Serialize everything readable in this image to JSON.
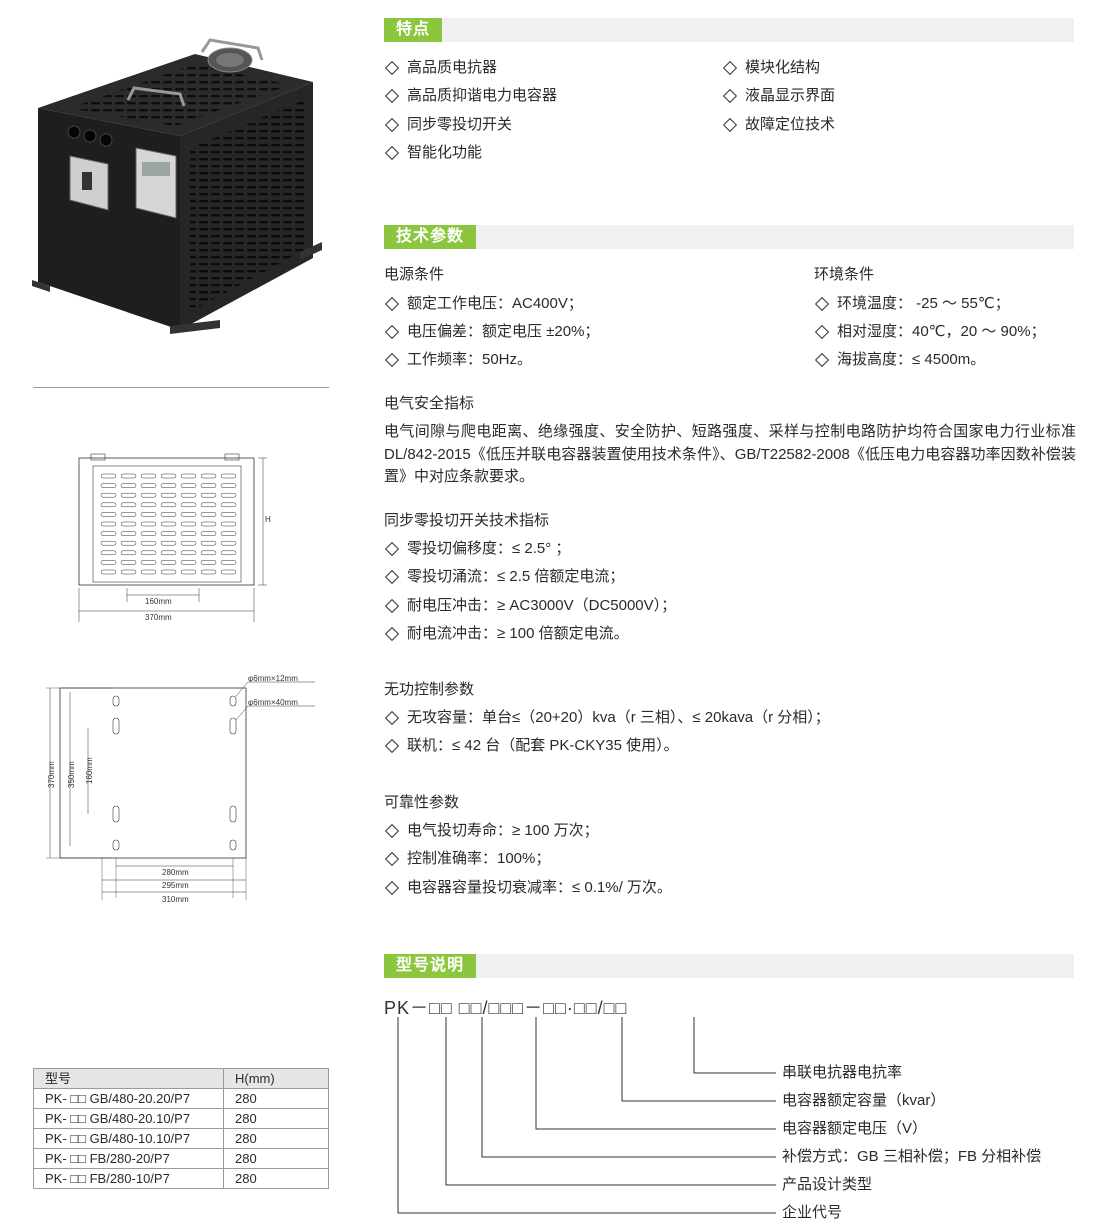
{
  "features": {
    "title": "特点",
    "items": [
      "高品质电抗器",
      "模块化结构",
      "高品质抑谐电力电容器",
      "液晶显示界面",
      "同步零投切开关",
      "故障定位技术",
      "智能化功能"
    ]
  },
  "tech": {
    "title": "技术参数",
    "power": {
      "heading": "电源条件",
      "items": [
        "额定工作电压：AC400V；",
        "电压偏差：额定电压 ±20%；",
        "工作频率：50Hz。"
      ]
    },
    "env": {
      "heading": "环境条件",
      "items": [
        "环境温度： -25 ～ 55℃；",
        "相对湿度：40℃，20 ～ 90%；",
        "海拔高度：≤ 4500m。"
      ]
    },
    "safety": {
      "heading": "电气安全指标",
      "text": "电气间隙与爬电距离、绝缘强度、安全防护、短路强度、采样与控制电路防护均符合国家电力行业标准 DL/842-2015《低压并联电容器装置使用技术条件》、GB/T22582-2008《低压电力电容器功率因数补偿装置》中对应条款要求。"
    },
    "switch": {
      "heading": "同步零投切开关技术指标",
      "items": [
        "零投切偏移度：≤ 2.5° ；",
        "零投切涌流：≤ 2.5 倍额定电流；",
        "耐电压冲击：≥ AC3000V（DC5000V）；",
        "耐电流冲击：≥ 100 倍额定电流。"
      ]
    },
    "reactive": {
      "heading": "无功控制参数",
      "items": [
        "无攻容量：单台≤（20+20）kva（r 三相）、≤ 20kava（r 分相）；",
        "联机：≤ 42 台（配套 PK-CKY35 使用）。"
      ]
    },
    "reliability": {
      "heading": "可靠性参数",
      "items": [
        "电气投切寿命：≥ 100 万次；",
        "控制准确率：100%；",
        "电容器容量投切衰减率：≤ 0.1%/ 万次。"
      ]
    }
  },
  "model_desc": {
    "title": "型号说明",
    "code": "PK－□□ □□/□□□－□□·□□/□□",
    "labels": [
      "串联电抗器电抗率",
      "电容器额定容量（kvar）",
      "电容器额定电压（V）",
      "补偿方式：GB 三相补偿；FB 分相补偿",
      "产品设计类型",
      "企业代号"
    ]
  },
  "drawing1": {
    "h_label": "H",
    "w_inner": "160mm",
    "w_outer": "370mm"
  },
  "drawing2": {
    "hole1": "φ6mm×12mm",
    "hole2": "φ6mm×40mm",
    "v1": "370mm",
    "v2": "350mm",
    "v3": "160mm",
    "h1": "280mm",
    "h2": "295mm",
    "h3": "310mm"
  },
  "table": {
    "headers": [
      "型号",
      "H(mm)"
    ],
    "rows": [
      [
        "PK- □□ GB/480-20.20/P7",
        "280"
      ],
      [
        "PK- □□ GB/480-20.10/P7",
        "280"
      ],
      [
        "PK- □□ GB/480-10.10/P7",
        "280"
      ],
      [
        "PK- □□ FB/280-20/P7",
        "280"
      ],
      [
        "PK- □□ FB/280-10/P7",
        "280"
      ]
    ]
  }
}
